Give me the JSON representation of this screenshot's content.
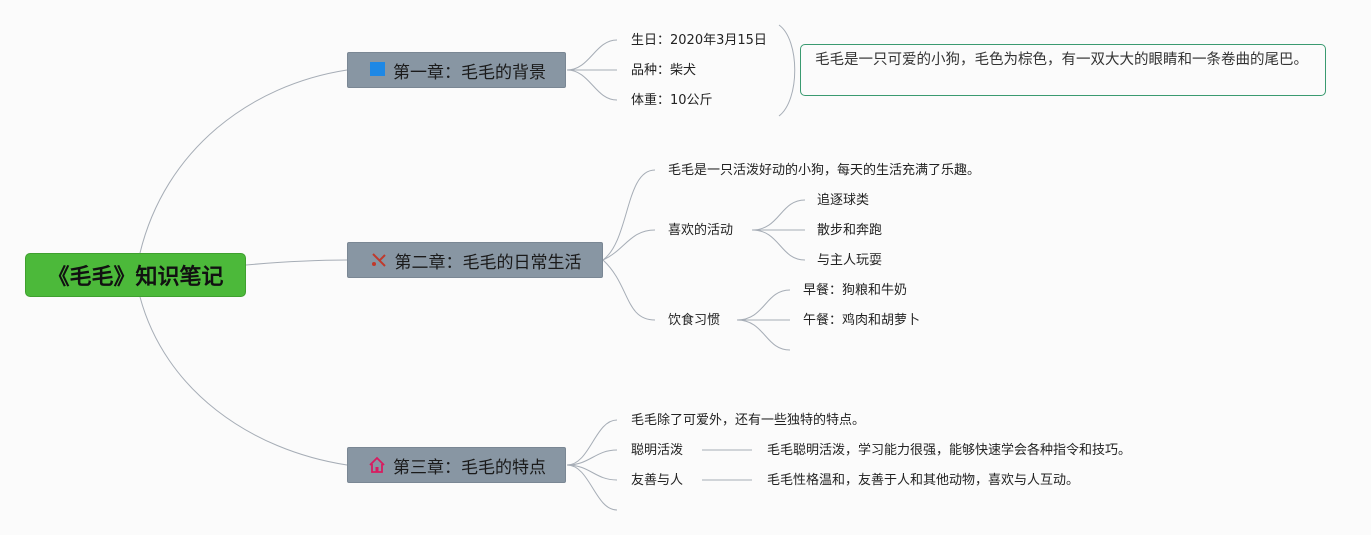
{
  "root": {
    "title": "《毛毛》知识笔记"
  },
  "chapters": [
    {
      "title": "第一章：毛毛的背景",
      "icon": "blue-flag-icon",
      "items": [
        "生日：2020年3月15日",
        "品种：柴犬",
        "体重：10公斤"
      ],
      "summary": "毛毛是一只可爱的小狗，毛色为棕色，有一双大大的眼睛和一条卷曲的尾巴。"
    },
    {
      "title": "第二章：毛毛的日常生活",
      "icon": "tools-icon",
      "intro": "毛毛是一只活泼好动的小狗，每天的生活充满了乐趣。",
      "groups": [
        {
          "label": "喜欢的活动",
          "items": [
            "追逐球类",
            "散步和奔跑",
            "与主人玩耍"
          ]
        },
        {
          "label": "饮食习惯",
          "items": [
            "早餐：狗粮和牛奶",
            "午餐：鸡肉和胡萝卜",
            ""
          ]
        }
      ]
    },
    {
      "title": "第三章：毛毛的特点",
      "icon": "house-icon",
      "intro": "毛毛除了可爱外，还有一些独特的特点。",
      "traits": [
        {
          "label": "聪明活泼",
          "detail": "毛毛聪明活泼，学习能力很强，能够快速学会各种指令和技巧。"
        },
        {
          "label": "友善与人",
          "detail": "毛毛性格温和，友善于人和其他动物，喜欢与人互动。"
        }
      ]
    }
  ],
  "colors": {
    "root": "#4cb93a",
    "chapter": "#8896a3",
    "summary_border": "#3a9a70",
    "line": "#a6adb6"
  }
}
